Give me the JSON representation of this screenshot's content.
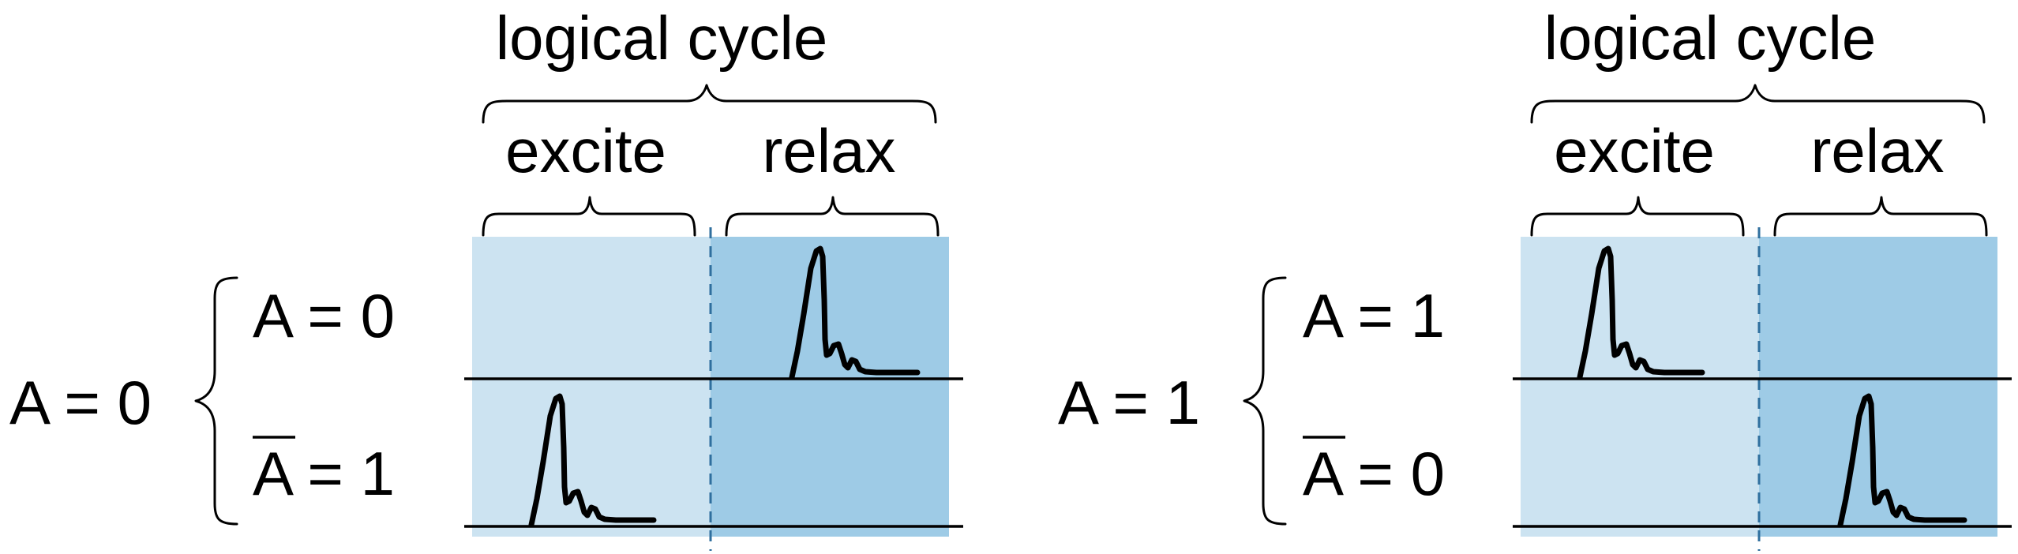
{
  "colors": {
    "excite_panel": "#cce3f1",
    "relax_panel": "#9ecbe6",
    "divider": "#2f6f9e",
    "ink": "#000000"
  },
  "panels": [
    {
      "cycle_label": "logical cycle",
      "excite_label": "excite",
      "relax_label": "relax",
      "input_label": "A = 0",
      "rows": [
        {
          "var": "A",
          "negated": false,
          "eq": " = ",
          "value": "0",
          "pulse_phase": "relax"
        },
        {
          "var": "A",
          "negated": true,
          "eq": " = ",
          "value": "1",
          "pulse_phase": "excite"
        }
      ]
    },
    {
      "cycle_label": "logical cycle",
      "excite_label": "excite",
      "relax_label": "relax",
      "input_label": "A = 1",
      "rows": [
        {
          "var": "A",
          "negated": false,
          "eq": " = ",
          "value": "1",
          "pulse_phase": "excite"
        },
        {
          "var": "A",
          "negated": true,
          "eq": " = ",
          "value": "0",
          "pulse_phase": "relax"
        }
      ]
    }
  ]
}
